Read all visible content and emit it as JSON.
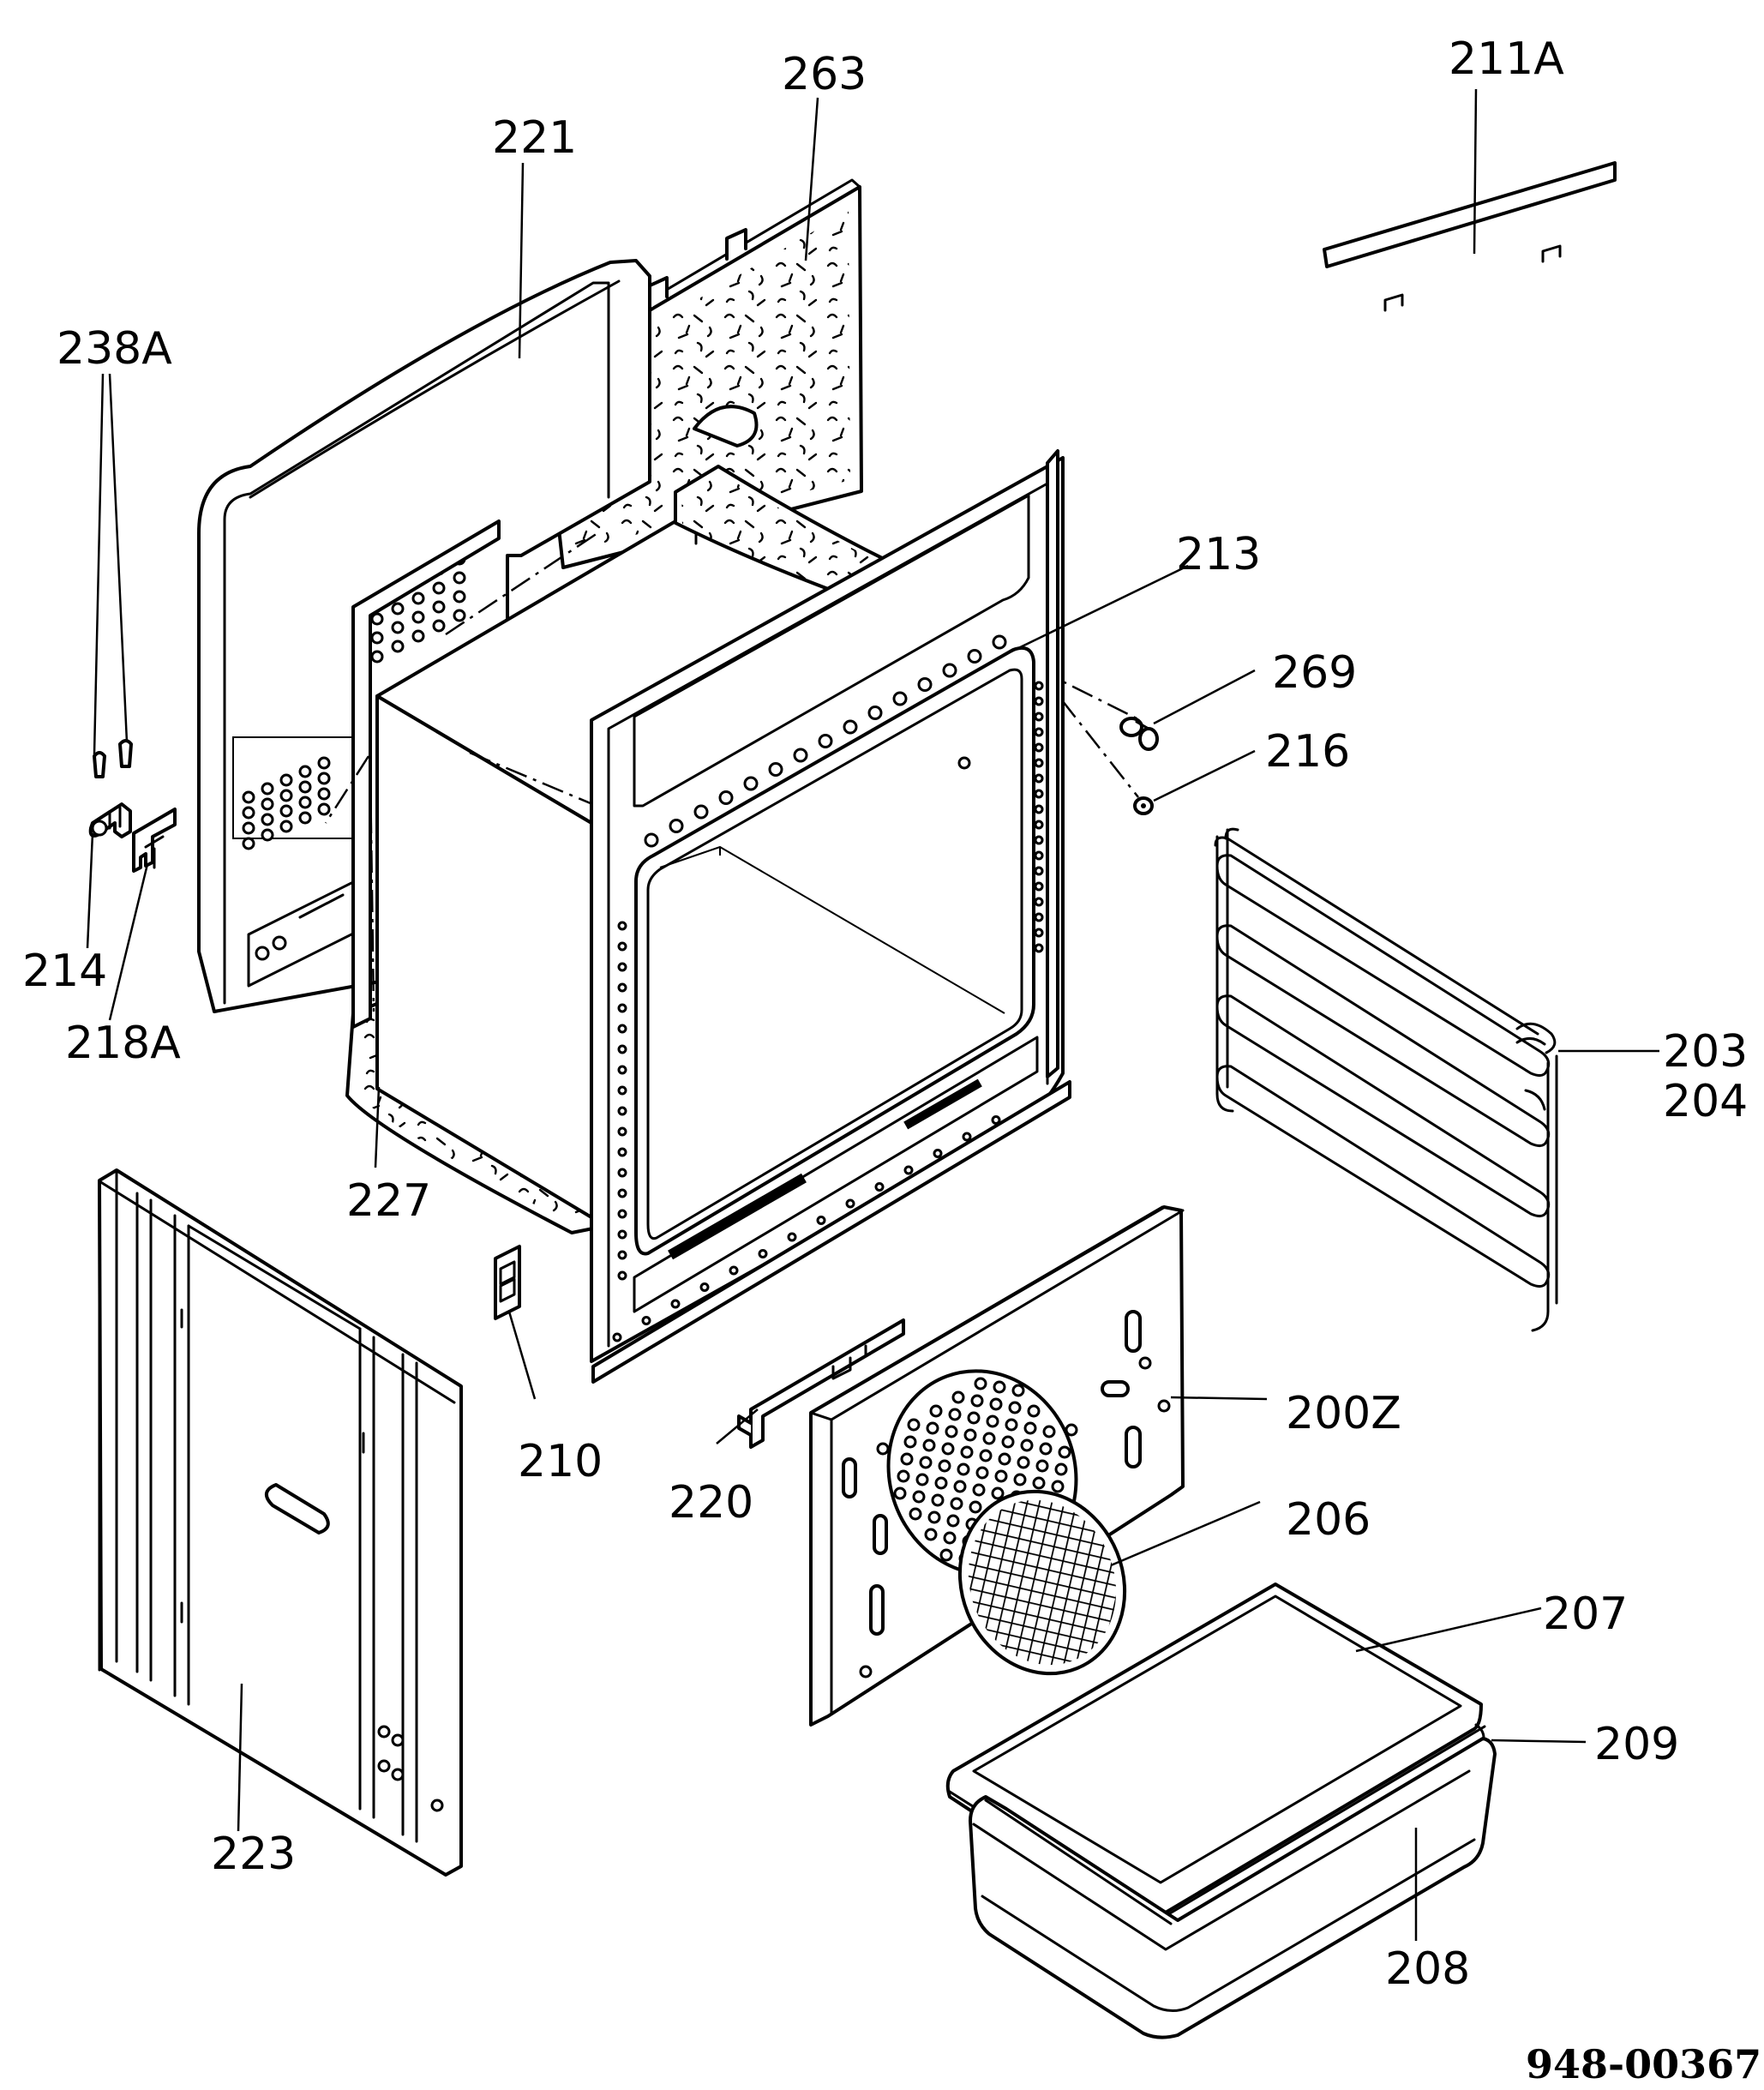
{
  "diagram": {
    "labels": {
      "l211A": "211A",
      "l263": "263",
      "l221": "221",
      "l238A": "238A",
      "l213": "213",
      "l269": "269",
      "l216": "216",
      "l214": "214",
      "l218A": "218A",
      "l203": "203",
      "l204": "204",
      "l227": "227",
      "l210": "210",
      "l220": "220",
      "l200Z": "200Z",
      "l206": "206",
      "l207": "207",
      "l209": "209",
      "l223": "223",
      "l208": "208"
    },
    "reference": "948-00367"
  }
}
